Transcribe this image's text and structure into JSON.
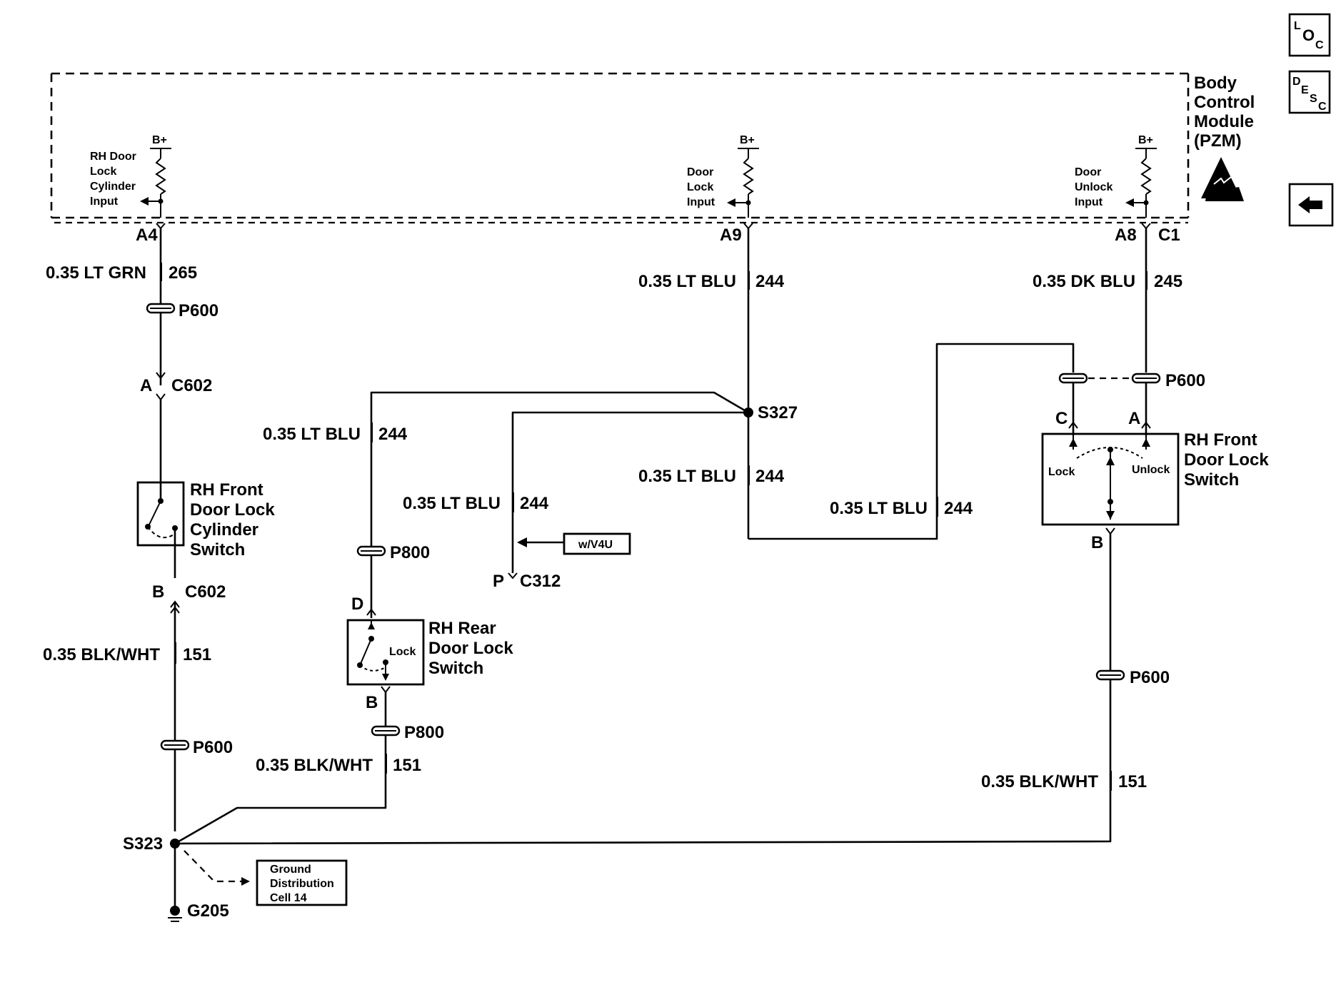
{
  "module": {
    "name_lines": [
      "Body",
      "Control",
      "Module",
      "(PZM)"
    ],
    "bplus": "B+",
    "inputs": {
      "rh_cyl": [
        "RH Door",
        "Lock",
        "Cylinder",
        "Input"
      ],
      "lock": [
        "Door",
        "Lock",
        "Input"
      ],
      "unlock": [
        "Door",
        "Unlock",
        "Input"
      ]
    },
    "pins": {
      "a4": "A4",
      "a9": "A9",
      "a8": "A8",
      "c1": "C1"
    }
  },
  "wires": {
    "w265": {
      "gauge": "0.35 LT GRN",
      "circuit": "265"
    },
    "w244_top": {
      "gauge": "0.35 LT BLU",
      "circuit": "244"
    },
    "w245": {
      "gauge": "0.35 DK BLU",
      "circuit": "245"
    },
    "w244_rear": {
      "gauge": "0.35 LT BLU",
      "circuit": "244"
    },
    "w244_c312": {
      "gauge": "0.35 LT BLU",
      "circuit": "244"
    },
    "w244_mid": {
      "gauge": "0.35 LT BLU",
      "circuit": "244"
    },
    "w244_right": {
      "gauge": "0.35 LT BLU",
      "circuit": "244"
    },
    "w151_left": {
      "gauge": "0.35 BLK/WHT",
      "circuit": "151"
    },
    "w151_rear": {
      "gauge": "0.35 BLK/WHT",
      "circuit": "151"
    },
    "w151_right": {
      "gauge": "0.35 BLK/WHT",
      "circuit": "151"
    }
  },
  "connectors": {
    "p600": "P600",
    "p800": "P800",
    "c602": "C602",
    "c312": "C312",
    "pin_a": "A",
    "pin_b": "B",
    "pin_c": "C",
    "pin_d": "D",
    "pin_p": "P"
  },
  "splices": {
    "s327": "S327",
    "s323": "S323"
  },
  "ground": {
    "g205": "G205",
    "ref_lines": [
      "Ground",
      "Distribution",
      "Cell 14"
    ]
  },
  "option": {
    "label": "w/V4U"
  },
  "components": {
    "rh_front_cyl": [
      "RH Front",
      "Door Lock",
      "Cylinder",
      "Switch"
    ],
    "rh_rear": [
      "RH Rear",
      "Door Lock",
      "Switch"
    ],
    "rh_rear_lock": "Lock",
    "rh_front_sw": [
      "RH Front",
      "Door Lock",
      "Switch"
    ],
    "lock": "Lock",
    "unlock": "Unlock"
  },
  "nav": {
    "loc": {
      "a": "L",
      "b": "O",
      "c": "C"
    },
    "desc": {
      "a": "D",
      "b": "E",
      "c": "S",
      "d": "C"
    },
    "back_icon": "left-arrow-icon",
    "esd_icon": "esd-warning-icon"
  }
}
